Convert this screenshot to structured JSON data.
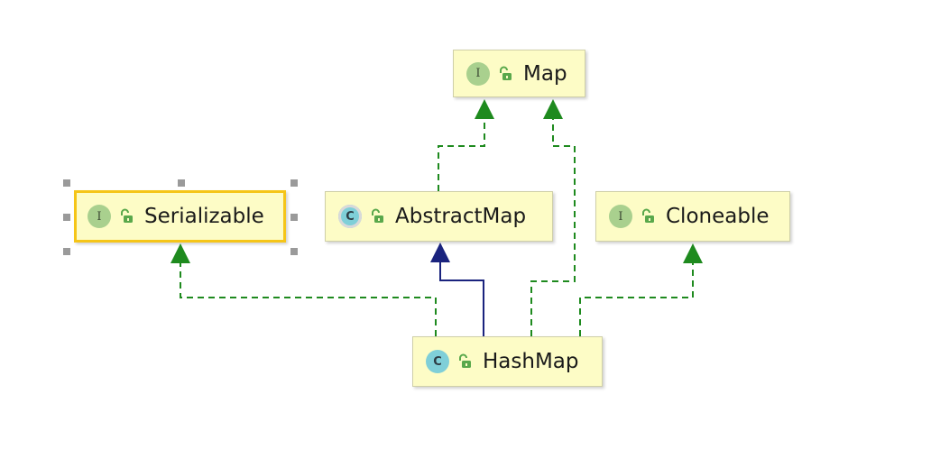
{
  "diagram": {
    "colors": {
      "node_bg": "#fdfcc6",
      "implements_edge": "#1e8a1e",
      "extends_edge": "#1a237e",
      "selection_border": "#f5c518"
    },
    "nodes": {
      "map": {
        "label": "Map",
        "kind": "interface",
        "badge": "I"
      },
      "serializable": {
        "label": "Serializable",
        "kind": "interface",
        "badge": "I",
        "selected": true
      },
      "abstractmap": {
        "label": "AbstractMap",
        "kind": "abstract-class",
        "badge": "C"
      },
      "cloneable": {
        "label": "Cloneable",
        "kind": "interface",
        "badge": "I"
      },
      "hashmap": {
        "label": "HashMap",
        "kind": "class",
        "badge": "C"
      }
    },
    "edges": [
      {
        "from": "abstractmap",
        "to": "map",
        "type": "implements"
      },
      {
        "from": "hashmap",
        "to": "map",
        "type": "implements"
      },
      {
        "from": "hashmap",
        "to": "serializable",
        "type": "implements"
      },
      {
        "from": "hashmap",
        "to": "abstractmap",
        "type": "extends"
      },
      {
        "from": "hashmap",
        "to": "cloneable",
        "type": "implements"
      }
    ]
  }
}
